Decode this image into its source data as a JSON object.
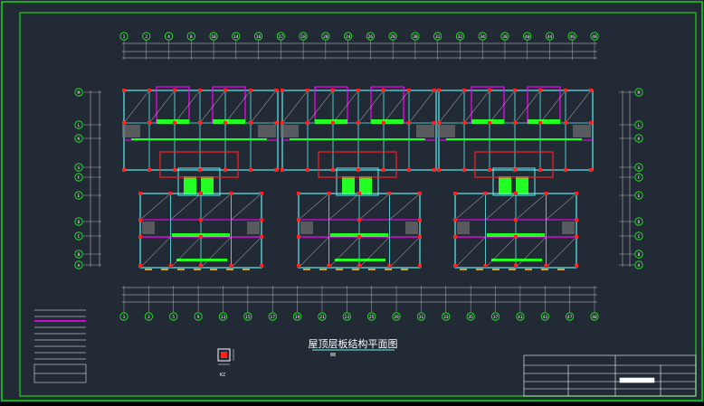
{
  "drawing": {
    "title": "屋顶层板结构平面图",
    "top_axes": [
      "1",
      "2",
      "4",
      "8",
      "10",
      "14",
      "16",
      "17",
      "18",
      "20",
      "24",
      "26",
      "28",
      "30",
      "31",
      "32",
      "34",
      "38",
      "40",
      "44",
      "46",
      "48"
    ],
    "bottom_axes": [
      "1",
      "3",
      "5",
      "9",
      "13",
      "15",
      "17",
      "19",
      "21",
      "23",
      "25",
      "29",
      "31",
      "33",
      "35",
      "37",
      "41",
      "43",
      "47",
      "48"
    ],
    "left_axes": [
      "M",
      "L",
      "K",
      "G",
      "F",
      "E",
      "D",
      "C",
      "B",
      "A"
    ],
    "right_axes": [
      "M",
      "L",
      "K",
      "G",
      "F",
      "E",
      "D",
      "C",
      "B",
      "A"
    ],
    "detail_label": "KZ"
  },
  "colors": {
    "background": "#222a35",
    "frame": "#19d219",
    "wall": "#5ff0f0",
    "beam": "#ff00ff",
    "column": "#ff2020",
    "slab": "#22ff22",
    "dimension": "#ffffff"
  }
}
